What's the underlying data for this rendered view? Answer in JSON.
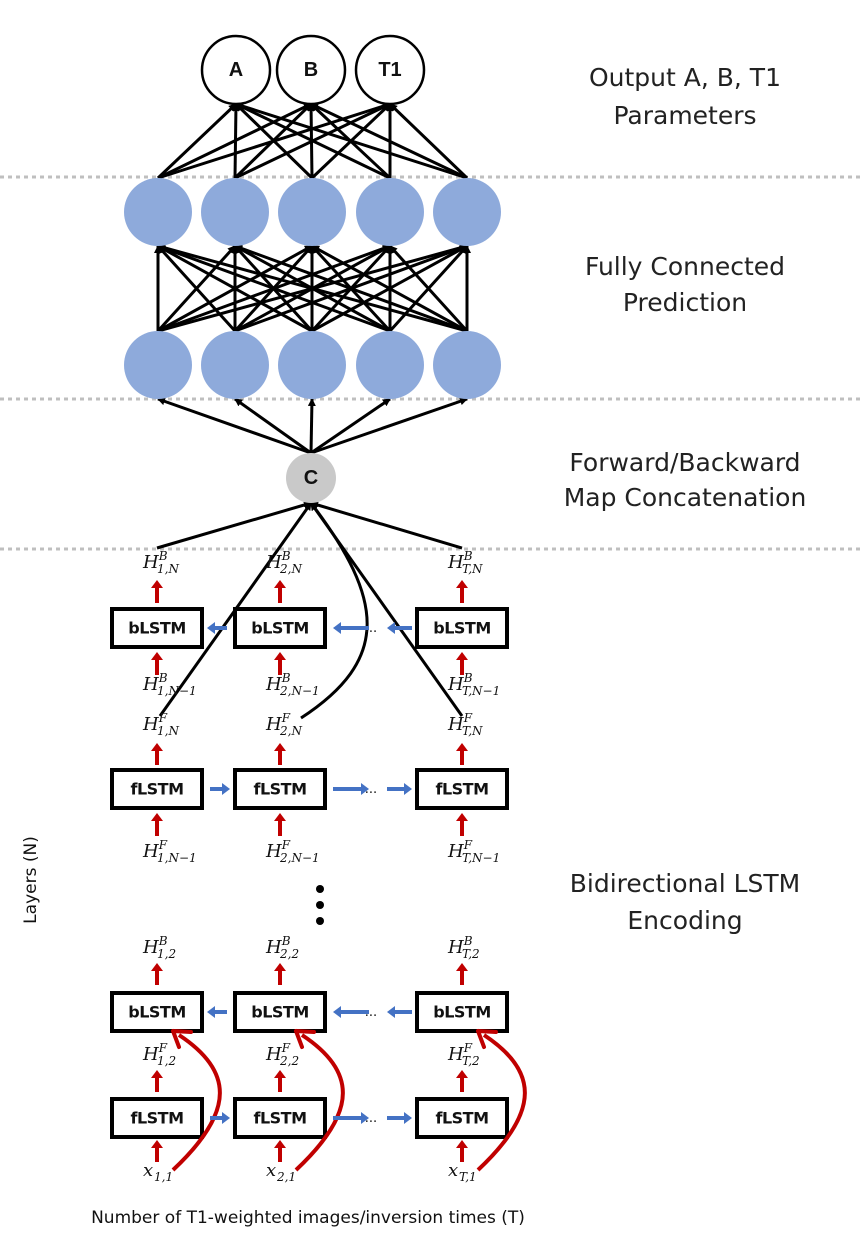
{
  "colors": {
    "fc_node": "#8eaadb",
    "concat_node": "#c9c9c9",
    "red_arrow": "#c00000",
    "blue_arrow": "#4472c4",
    "divider": "#bfbfbf"
  },
  "sections": [
    {
      "lines": [
        "Output A, B, T1",
        "Parameters"
      ]
    },
    {
      "lines": [
        "Fully Connected",
        "Prediction"
      ]
    },
    {
      "lines": [
        "Forward/Backward",
        "Map Concatenation"
      ]
    },
    {
      "lines": [
        "Bidirectional LSTM",
        "Encoding"
      ]
    }
  ],
  "outputs": [
    "A",
    "B",
    "T1"
  ],
  "concat_label": "C",
  "lstm": {
    "b_label": "bLSTM",
    "f_label": "fLSTM",
    "ellipsis": "...",
    "top_block": {
      "hb_out": [
        {
          "b": "H",
          "sup": "B",
          "sub": "1,N"
        },
        {
          "b": "H",
          "sup": "B",
          "sub": "2,N"
        },
        {
          "b": "H",
          "sup": "B",
          "sub": "T,N"
        }
      ],
      "hb_in": [
        {
          "b": "H",
          "sup": "B",
          "sub": "1,N−1"
        },
        {
          "b": "H",
          "sup": "B",
          "sub": "2,N−1"
        },
        {
          "b": "H",
          "sup": "B",
          "sub": "T,N−1"
        }
      ],
      "hf_out": [
        {
          "b": "H",
          "sup": "F",
          "sub": "1,N"
        },
        {
          "b": "H",
          "sup": "F",
          "sub": "2,N"
        },
        {
          "b": "H",
          "sup": "F",
          "sub": "T,N"
        }
      ],
      "hf_in": [
        {
          "b": "H",
          "sup": "F",
          "sub": "1,N−1"
        },
        {
          "b": "H",
          "sup": "F",
          "sub": "2,N−1"
        },
        {
          "b": "H",
          "sup": "F",
          "sub": "T,N−1"
        }
      ]
    },
    "bottom_block": {
      "hb_out": [
        {
          "b": "H",
          "sup": "B",
          "sub": "1,2"
        },
        {
          "b": "H",
          "sup": "B",
          "sub": "2,2"
        },
        {
          "b": "H",
          "sup": "B",
          "sub": "T,2"
        }
      ],
      "hf_out": [
        {
          "b": "H",
          "sup": "F",
          "sub": "1,2"
        },
        {
          "b": "H",
          "sup": "F",
          "sub": "2,2"
        },
        {
          "b": "H",
          "sup": "F",
          "sub": "T,2"
        }
      ],
      "x_in": [
        {
          "b": "x",
          "sup": "",
          "sub": "1,1"
        },
        {
          "b": "x",
          "sup": "",
          "sub": "2,1"
        },
        {
          "b": "x",
          "sup": "",
          "sub": "T,1"
        }
      ]
    }
  },
  "axis_labels": {
    "layers": "Layers (N)",
    "times": "Number of T1-weighted images/inversion times (T)"
  }
}
